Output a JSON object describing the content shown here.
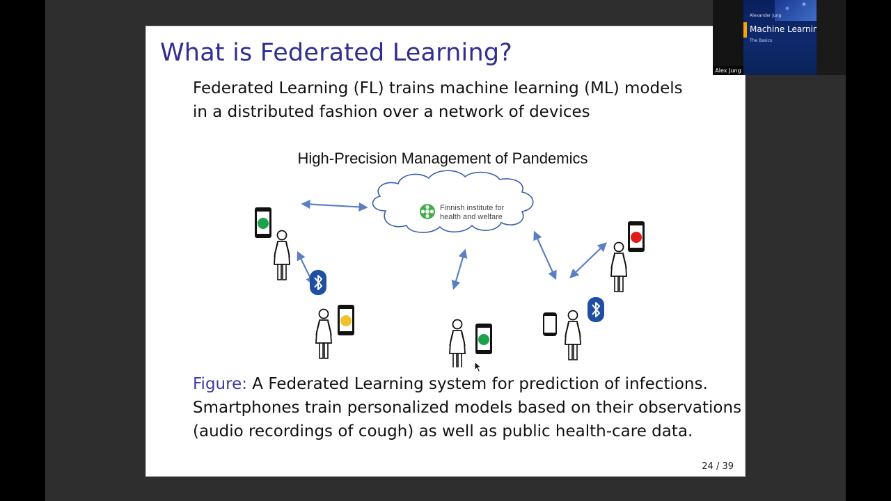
{
  "slide": {
    "title": "What is Federated Learning?",
    "intro_line1": "Federated Learning (FL) trains machine learning (ML) models",
    "intro_line2": "in a distributed fashion over a network of devices",
    "figure": {
      "title": "High-Precision Management of Pandemics",
      "org_line1": "Finnish institute for",
      "org_line2": "health and welfare",
      "status_colors": {
        "green": "#1aa34a",
        "yellow": "#f2c12e",
        "red": "#e01b1b",
        "link": "#5b7fc0",
        "bluetooth": "#1f4fa3"
      }
    },
    "caption": {
      "label": "Figure:",
      "line1": "A Federated Learning system for prediction of infections.",
      "line2": "Smartphones train personalized models based on their observations",
      "line3": "(audio recordings of cough) as well as public health-care data."
    },
    "page_number": "24 / 39"
  },
  "webcam": {
    "name": "Alex Jung"
  },
  "book": {
    "author": "Alexander Jung",
    "title": "Machine Learning",
    "subtitle": "The Basics"
  },
  "colors": {
    "title": "#2f2f8f",
    "figure_label": "#3a3aa8",
    "slide_bg": "#ffffff",
    "surround": "#2e2e2e"
  }
}
